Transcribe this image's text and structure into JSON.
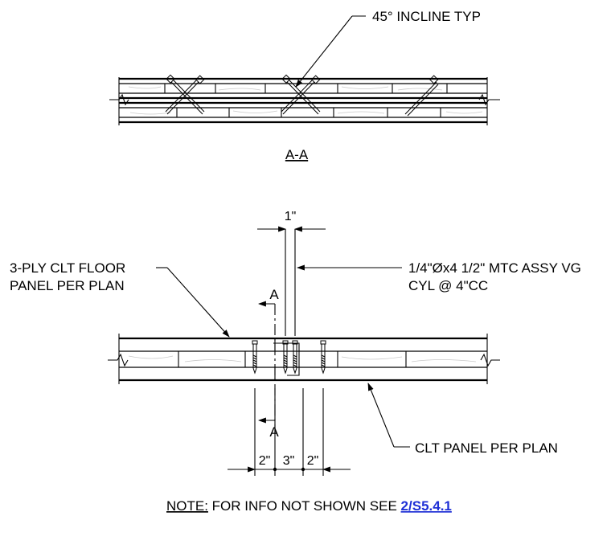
{
  "section_view": {
    "incline_callout": "45° INCLINE TYP",
    "section_title": "A-A"
  },
  "plan_detail": {
    "dim_top": "1\"",
    "screw_callout_line1": "1/4\"Øx4 1/2\" MTC ASSY VG",
    "screw_callout_line2": "CYL @ 4\"CC",
    "floor_panel_line1": "3-PLY CLT FLOOR",
    "floor_panel_line2": "PANEL PER PLAN",
    "section_marker_top": "A",
    "section_marker_bottom": "A",
    "clt_panel_callout": "CLT PANEL PER PLAN",
    "dim_bottom": [
      "2\"",
      "3\"",
      "2\""
    ]
  },
  "note": {
    "prefix": "NOTE:",
    "text": " FOR INFO NOT SHOWN SEE ",
    "link": "2/S5.4.1"
  }
}
